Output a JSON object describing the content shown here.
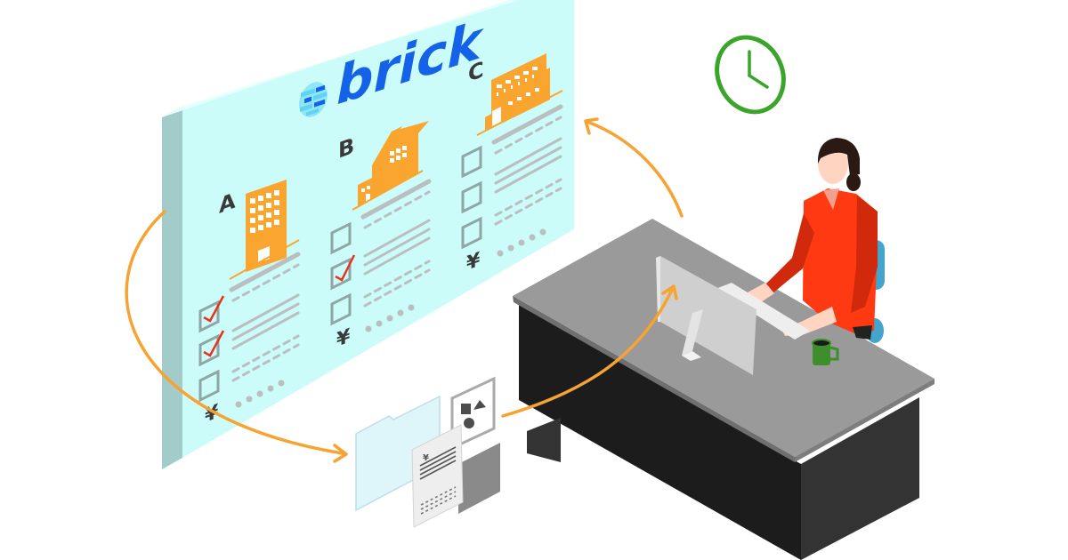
{
  "illustration": {
    "description": "Isometric illustration of a person at a desk comparing properties on a brick board",
    "colors": {
      "background": "#ffffff",
      "board_face": "#ccfcf9",
      "board_edge": "#a3cbc9",
      "brand_blue": "#1362e8",
      "brand_light_blue": "#5fd3f3",
      "building_orange": "#f9a530",
      "arrow_orange": "#f6a331",
      "check_red": "#e8321e",
      "checkbox_gray": "#8fa6a6",
      "line_gray": "#b9bfc0",
      "clock_green": "#3aa52a",
      "desk_top": "#9a9a9a",
      "desk_body": "#1c1c1c",
      "shirt_red": "#ff3a12",
      "chair_blue": "#43a5cc",
      "mug_green": "#3c8f2b"
    }
  },
  "board": {
    "logo": {
      "text": "brick",
      "icon": "brick-logo-icon"
    },
    "columns": [
      {
        "letter": "A",
        "building": "office-tower-icon",
        "checkboxes": [
          true,
          true,
          false
        ],
        "price_symbol": "¥"
      },
      {
        "letter": "B",
        "building": "house-icon",
        "checkboxes": [
          false,
          true,
          false
        ],
        "price_symbol": "¥"
      },
      {
        "letter": "C",
        "building": "apartment-icon",
        "checkboxes": [
          false,
          false,
          false
        ],
        "price_symbol": "¥"
      }
    ]
  },
  "documents": {
    "invoice_symbol": "¥",
    "items": [
      "folder-icon",
      "invoice-document-icon",
      "shapes-image-icon",
      "gray-card-icon"
    ]
  },
  "scene": {
    "clock": "clock-icon",
    "person": "woman-at-desk",
    "desk_items": [
      "monitor-icon",
      "keyboard-icon",
      "mug-icon"
    ],
    "arrows": [
      "arrow-board-to-documents",
      "arrow-documents-to-monitor",
      "arrow-desk-to-board"
    ]
  }
}
